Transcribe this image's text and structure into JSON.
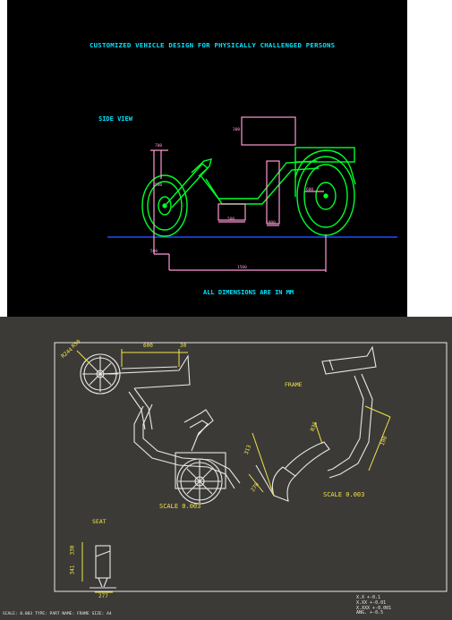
{
  "top": {
    "title": "CUSTOMIZED VEHICLE DESIGN FOR PHYSICALLY CHALLENGED PERSONS",
    "view_label": "SIDE VIEW",
    "units_note": "ALL DIMENSIONS ARE IN MM",
    "dim_wheelbase": "1500",
    "dim_seat_gap": "500",
    "dim_rear_dia": "600",
    "dim_front_dia": "500",
    "dim_axle": "500",
    "dim_box": "300",
    "dim_height": "700",
    "dim_base": "1000",
    "colors": {
      "background": "#000000",
      "wheel": "#00ff2a",
      "dimension": "#ff9ad5",
      "ground": "#1a4dff",
      "text": "#00e5ff"
    }
  },
  "bottom": {
    "frame_label": "FRAME",
    "seat_label": "SEAT",
    "scale_1": "SCALE 0.003",
    "scale_2": "SCALE 0.003",
    "dim_600": "600",
    "dim_30": "30",
    "dim_r50": "R50",
    "dim_r244": "R244",
    "dim_313": "313",
    "dim_270": "270",
    "dim_r36": "R36",
    "dim_190": "190",
    "dim_330": "330",
    "dim_341": "341",
    "dim_277": "277",
    "tolerances": [
      "X.X  +-0.1",
      "X.XX  +-0.01",
      "X.XXX  +-0.001",
      "ANG.  +-0.5"
    ],
    "footer": "SCALE: 0.003   TYPE: PART   NAME: FRAME   SIZE: A4",
    "colors": {
      "background": "#3b3a36",
      "line": "#e8e8e8",
      "dimension": "#f2e24a"
    }
  }
}
